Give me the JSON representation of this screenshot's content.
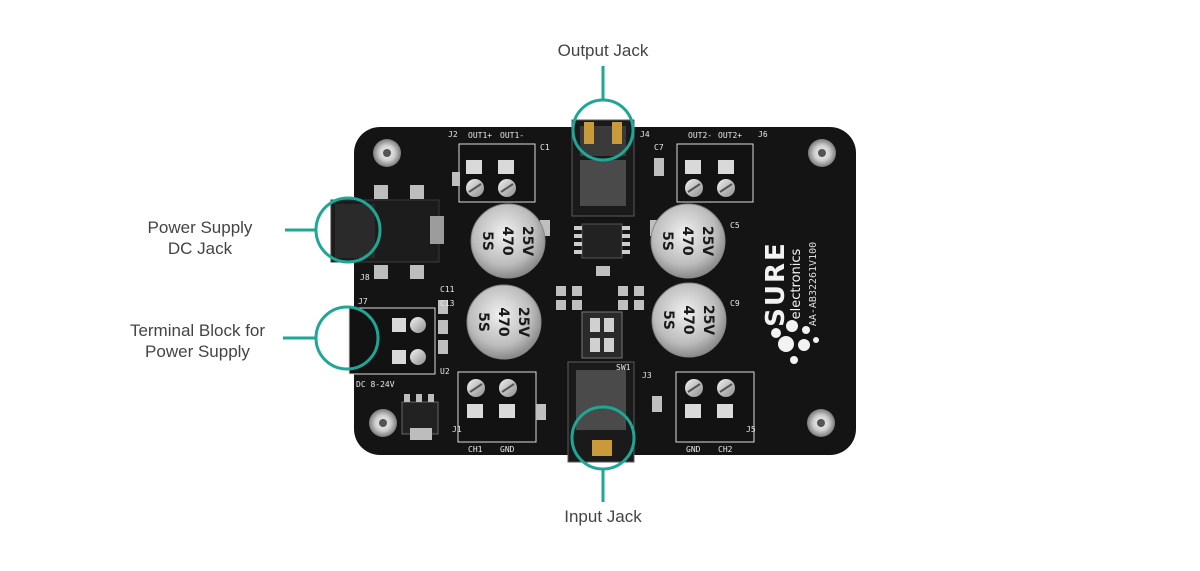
{
  "callouts": {
    "output_jack": "Output Jack",
    "power_dc_jack": [
      "Power Supply",
      "DC Jack"
    ],
    "terminal_block": [
      "Terminal Block for",
      "Power Supply"
    ],
    "input_jack": "Input Jack"
  },
  "board_silkscreen": {
    "brand": "SURE",
    "brand_sub": "electronics",
    "part_number": "AA-AB32261V100",
    "voltage": "DC 8-24V",
    "j2_pins": [
      "OUT1+",
      "OUT1-"
    ],
    "j6_pins": [
      "OUT2-",
      "OUT2+"
    ],
    "j1_pins": [
      "CH1",
      "GND"
    ],
    "j5_pins": [
      "GND",
      "CH2"
    ],
    "capacitor_top": "25V",
    "capacitor_mid": "470",
    "capacitor_bottom": "5S",
    "refs": [
      "J2",
      "J4",
      "J6",
      "J8",
      "J7",
      "J1",
      "J3",
      "J5",
      "U2",
      "C1",
      "C5",
      "C7",
      "C9",
      "C11",
      "C13",
      "SW1"
    ]
  },
  "colors": {
    "accent_teal": "#1fa694",
    "board": "#141414",
    "label_text": "#444444"
  }
}
